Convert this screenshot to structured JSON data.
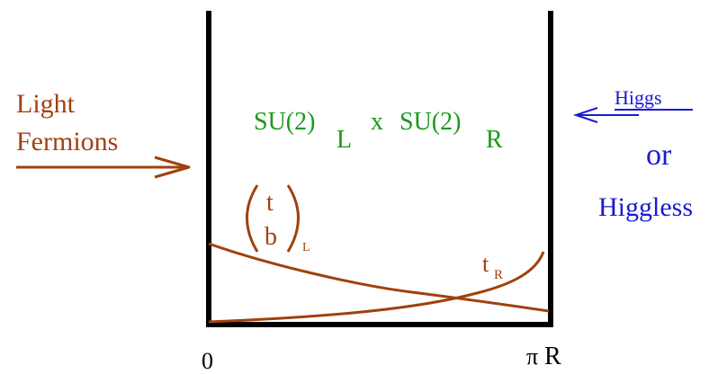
{
  "left_label": {
    "line1": "Light",
    "line2": "Fermions"
  },
  "gauge_group": {
    "base1": "SU(2)",
    "sub1": "L",
    "times": "x",
    "base2": "SU(2)",
    "sub2": "R"
  },
  "right_label": {
    "top": "Higgs",
    "middle": "or",
    "bottom": "Higgless"
  },
  "doublet": {
    "top": "t",
    "bottom": "b",
    "subscript": "L"
  },
  "right_top": {
    "base": "t",
    "subscript": "R"
  },
  "axis": {
    "left_tick": "0",
    "right_tick_symbol": "π",
    "right_tick_letter": "R"
  },
  "colors": {
    "fermion": "#a0410d",
    "gauge": "#1a9a1a",
    "higgs": "#1a1ad0",
    "walls": "#000000"
  }
}
